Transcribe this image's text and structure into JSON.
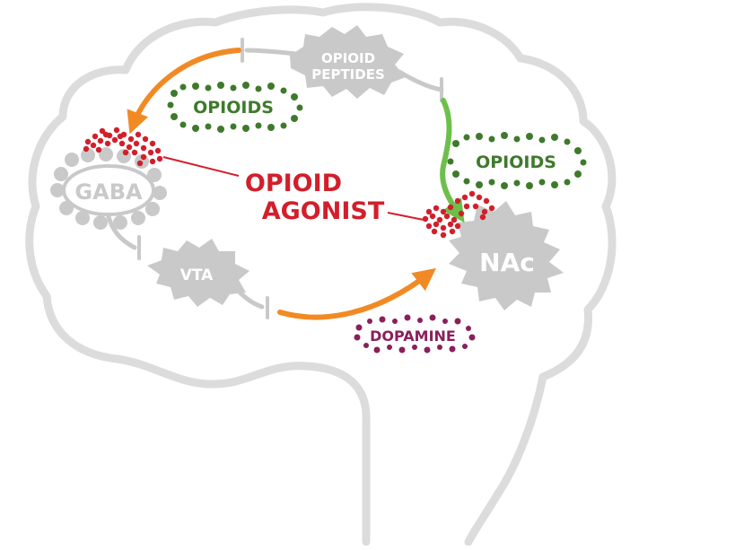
{
  "labels": {
    "opioid_peptides_line1": "OPIOID",
    "opioid_peptides_line2": "PEPTIDES",
    "opioids_left": "OPIOIDS",
    "opioids_right": "OPIOIDS",
    "gaba": "GABA",
    "agonist_line1": "OPIOID",
    "agonist_line2": "AGONIST",
    "vta": "VTA",
    "nac": "NAc",
    "dopamine": "DOPAMINE"
  },
  "colors": {
    "brain_outline": "#dcdcdc",
    "neuron": "#c9c9c9",
    "neuron_text": "#ffffff",
    "arrow_orange": "#f18a24",
    "arrow_green": "#6cc04a",
    "opioid_green": "#3f7a2c",
    "agonist_red": "#d21f2b",
    "dopamine_purple": "#8a1f5c"
  }
}
